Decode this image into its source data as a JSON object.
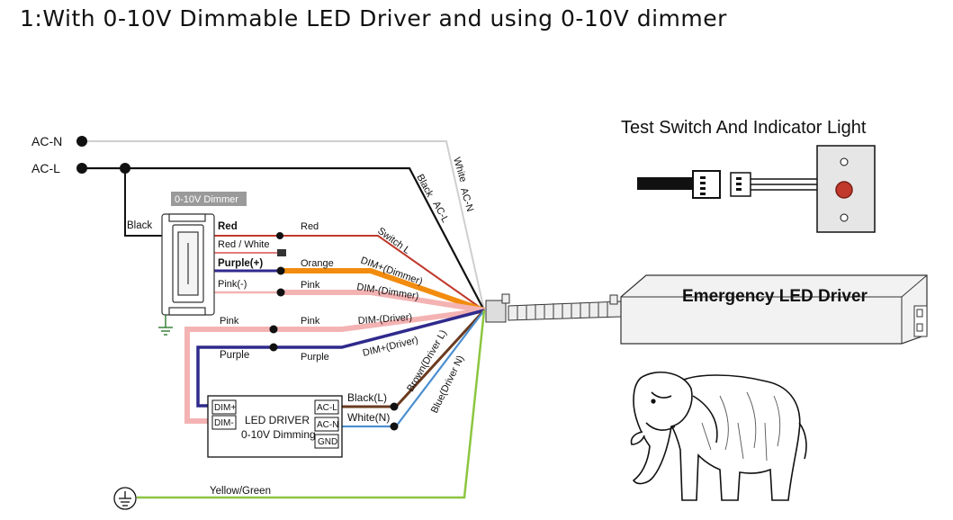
{
  "title": "1:With 0-10V Dimmable LED Driver and using 0-10V dimmer",
  "terminals": {
    "ac_n": "AC-N",
    "ac_l": "AC-L"
  },
  "dimmer": {
    "label": "0-10V Dimmer",
    "input_wire": "Black",
    "leads": [
      "Red",
      "Red / White",
      "Purple(+)",
      "Pink(-)"
    ]
  },
  "mid_wire_labels": {
    "red": "Red",
    "orange": "Orange",
    "pink_dimmer": "Pink",
    "pink_driver": "Pink",
    "purple_driver": "Purple"
  },
  "left_wire_labels": {
    "pink": "Pink",
    "purple": "Purple"
  },
  "bundle_labels": {
    "white_ac_n": "White",
    "ac_n": "AC-N",
    "black_ac_l": "Black",
    "ac_l": "AC-L",
    "switch_l": "Switch L",
    "dim_plus_dimmer": "DIM+(Dimmer)",
    "dim_minus_dimmer": "DIM-(Dimmer)",
    "dim_minus_driver": "DIM-(Driver)",
    "dim_plus_driver": "DIM+(Driver)",
    "brown": "Brown(Driver L)",
    "blue": "Blue(Driver N)"
  },
  "led_driver": {
    "title": "LED DRIVER",
    "subtitle": "0-10V Dimming",
    "left_terminals": [
      "DIM+",
      "DIM-"
    ],
    "right_terminals": [
      "AC-L",
      "AC-N",
      "GND"
    ],
    "black_l": "Black(L)",
    "white_n": "White(N)"
  },
  "ground": {
    "label": "Yellow/Green"
  },
  "test_switch": {
    "label": "Test Switch And Indicator Light"
  },
  "emergency_driver": {
    "label": "Emergency LED Driver"
  },
  "colors": {
    "black": "#111111",
    "white_wire": "#cfcfcf",
    "red": "#c0392b",
    "orange": "#f28c0f",
    "pink": "#f4b3b3",
    "purple": "#2f2a8c",
    "brown": "#6b3a1f",
    "blue": "#4a8fd0",
    "yellow_green": "#8cc63f",
    "indicator": "#c0392b"
  },
  "icons": [
    "ground-icon",
    "elephant-illustration",
    "indicator-light-icon",
    "connector-plug-icon"
  ]
}
